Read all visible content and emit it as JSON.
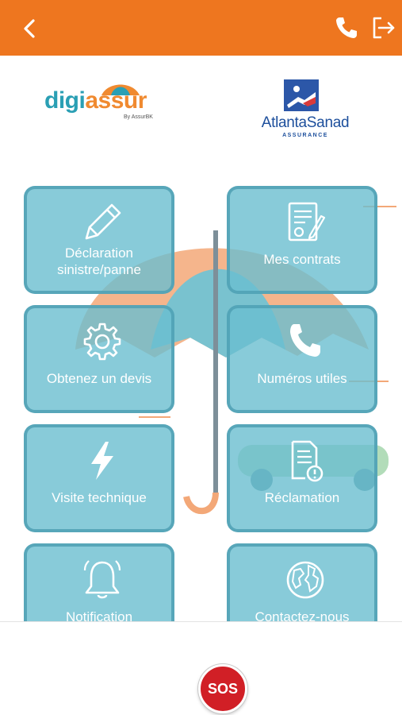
{
  "header": {
    "background": "#ee761f",
    "back_icon": "chevron-left-icon",
    "phone_icon": "phone-icon",
    "logout_icon": "logout-icon"
  },
  "logos": {
    "digi_part1": "digi",
    "digi_part2": "assur",
    "digi_by": "By AssurBK",
    "atlanta_name": "AtlantaSanad",
    "atlanta_sub": "ASSURANCE"
  },
  "tiles": [
    {
      "label": "Déclaration sinistre/panne",
      "icon": "pencil-icon"
    },
    {
      "label": "Mes contrats",
      "icon": "contract-icon"
    },
    {
      "label": "Obtenez un devis",
      "icon": "gear-icon"
    },
    {
      "label": "Numéros utiles",
      "icon": "phone-icon"
    },
    {
      "label": "Visite technique",
      "icon": "lightning-icon"
    },
    {
      "label": "Réclamation",
      "icon": "document-alert-icon"
    },
    {
      "label": "Notification",
      "icon": "bell-icon"
    },
    {
      "label": "Contactez-nous",
      "icon": "globe-icon"
    }
  ],
  "sos": {
    "label": "SOS",
    "color": "#d11f26"
  }
}
